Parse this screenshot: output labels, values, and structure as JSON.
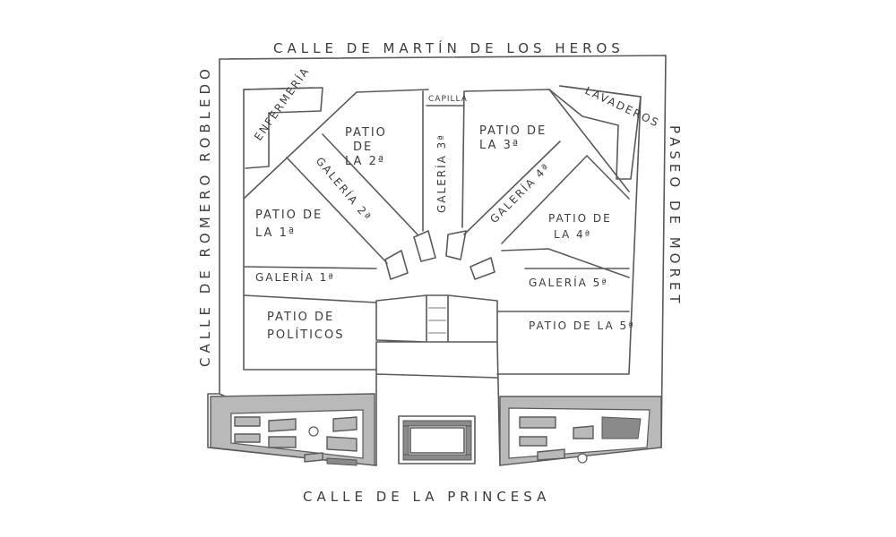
{
  "streets": {
    "north": "CALLE DE MARTÍN DE LOS HEROS",
    "south": "CALLE DE LA PRINCESA",
    "west": "CALLE DE ROMERO ROBLEDO",
    "east": "PASEO DE MORET"
  },
  "rooms": {
    "enfermeria": "ENFERMERÍA",
    "capilla": "CAPILLA",
    "lavaderos": "LAVADEROS"
  },
  "patios": {
    "p1": [
      "PATIO DE",
      "LA 1ª"
    ],
    "p2": [
      "PATIO",
      "DE",
      "LA 2ª"
    ],
    "p3": [
      "PATIO DE",
      "LA 3ª"
    ],
    "p4": [
      "PATIO DE",
      "LA 4ª"
    ],
    "p5": "PATIO DE LA 5ª",
    "politicos": [
      "PATIO DE",
      "POLÍTICOS"
    ]
  },
  "galleries": {
    "g1": "GALERÍA 1ª",
    "g2": "GALERÍA 2ª",
    "g3": "GALERÍA 3ª",
    "g4": "GALERÍA 4ª",
    "g5": "GALERÍA 5ª"
  }
}
